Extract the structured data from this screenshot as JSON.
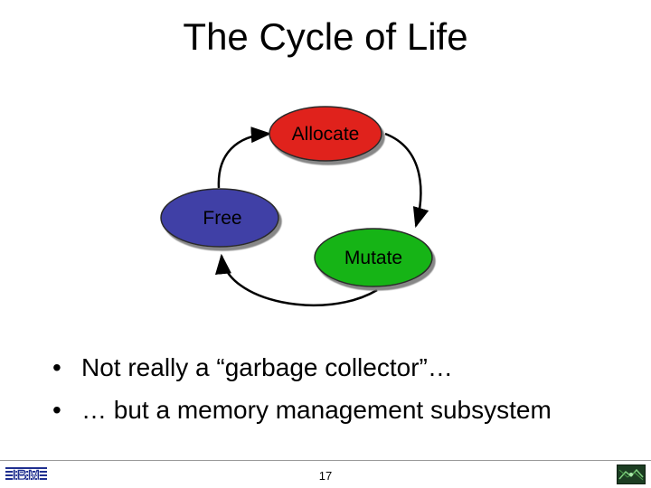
{
  "slide": {
    "title": "The Cycle of Life",
    "page_number": "17"
  },
  "diagram": {
    "nodes": [
      {
        "id": "allocate",
        "label": "Allocate",
        "color": "#e0231c"
      },
      {
        "id": "free",
        "label": "Free",
        "color": "#3f3fa6"
      },
      {
        "id": "mutate",
        "label": "Mutate",
        "color": "#18b418"
      }
    ],
    "edges": [
      {
        "from": "allocate",
        "to": "mutate"
      },
      {
        "from": "mutate",
        "to": "free"
      },
      {
        "from": "free",
        "to": "allocate"
      }
    ]
  },
  "bullets": [
    "Not really a “garbage collector”…",
    "… but a memory management subsystem"
  ],
  "footer": {
    "logo_left": "IBM",
    "logo_right": "chip-icon"
  },
  "colors": {
    "edge": "#000000",
    "node_outline": "#2a2a2a"
  }
}
